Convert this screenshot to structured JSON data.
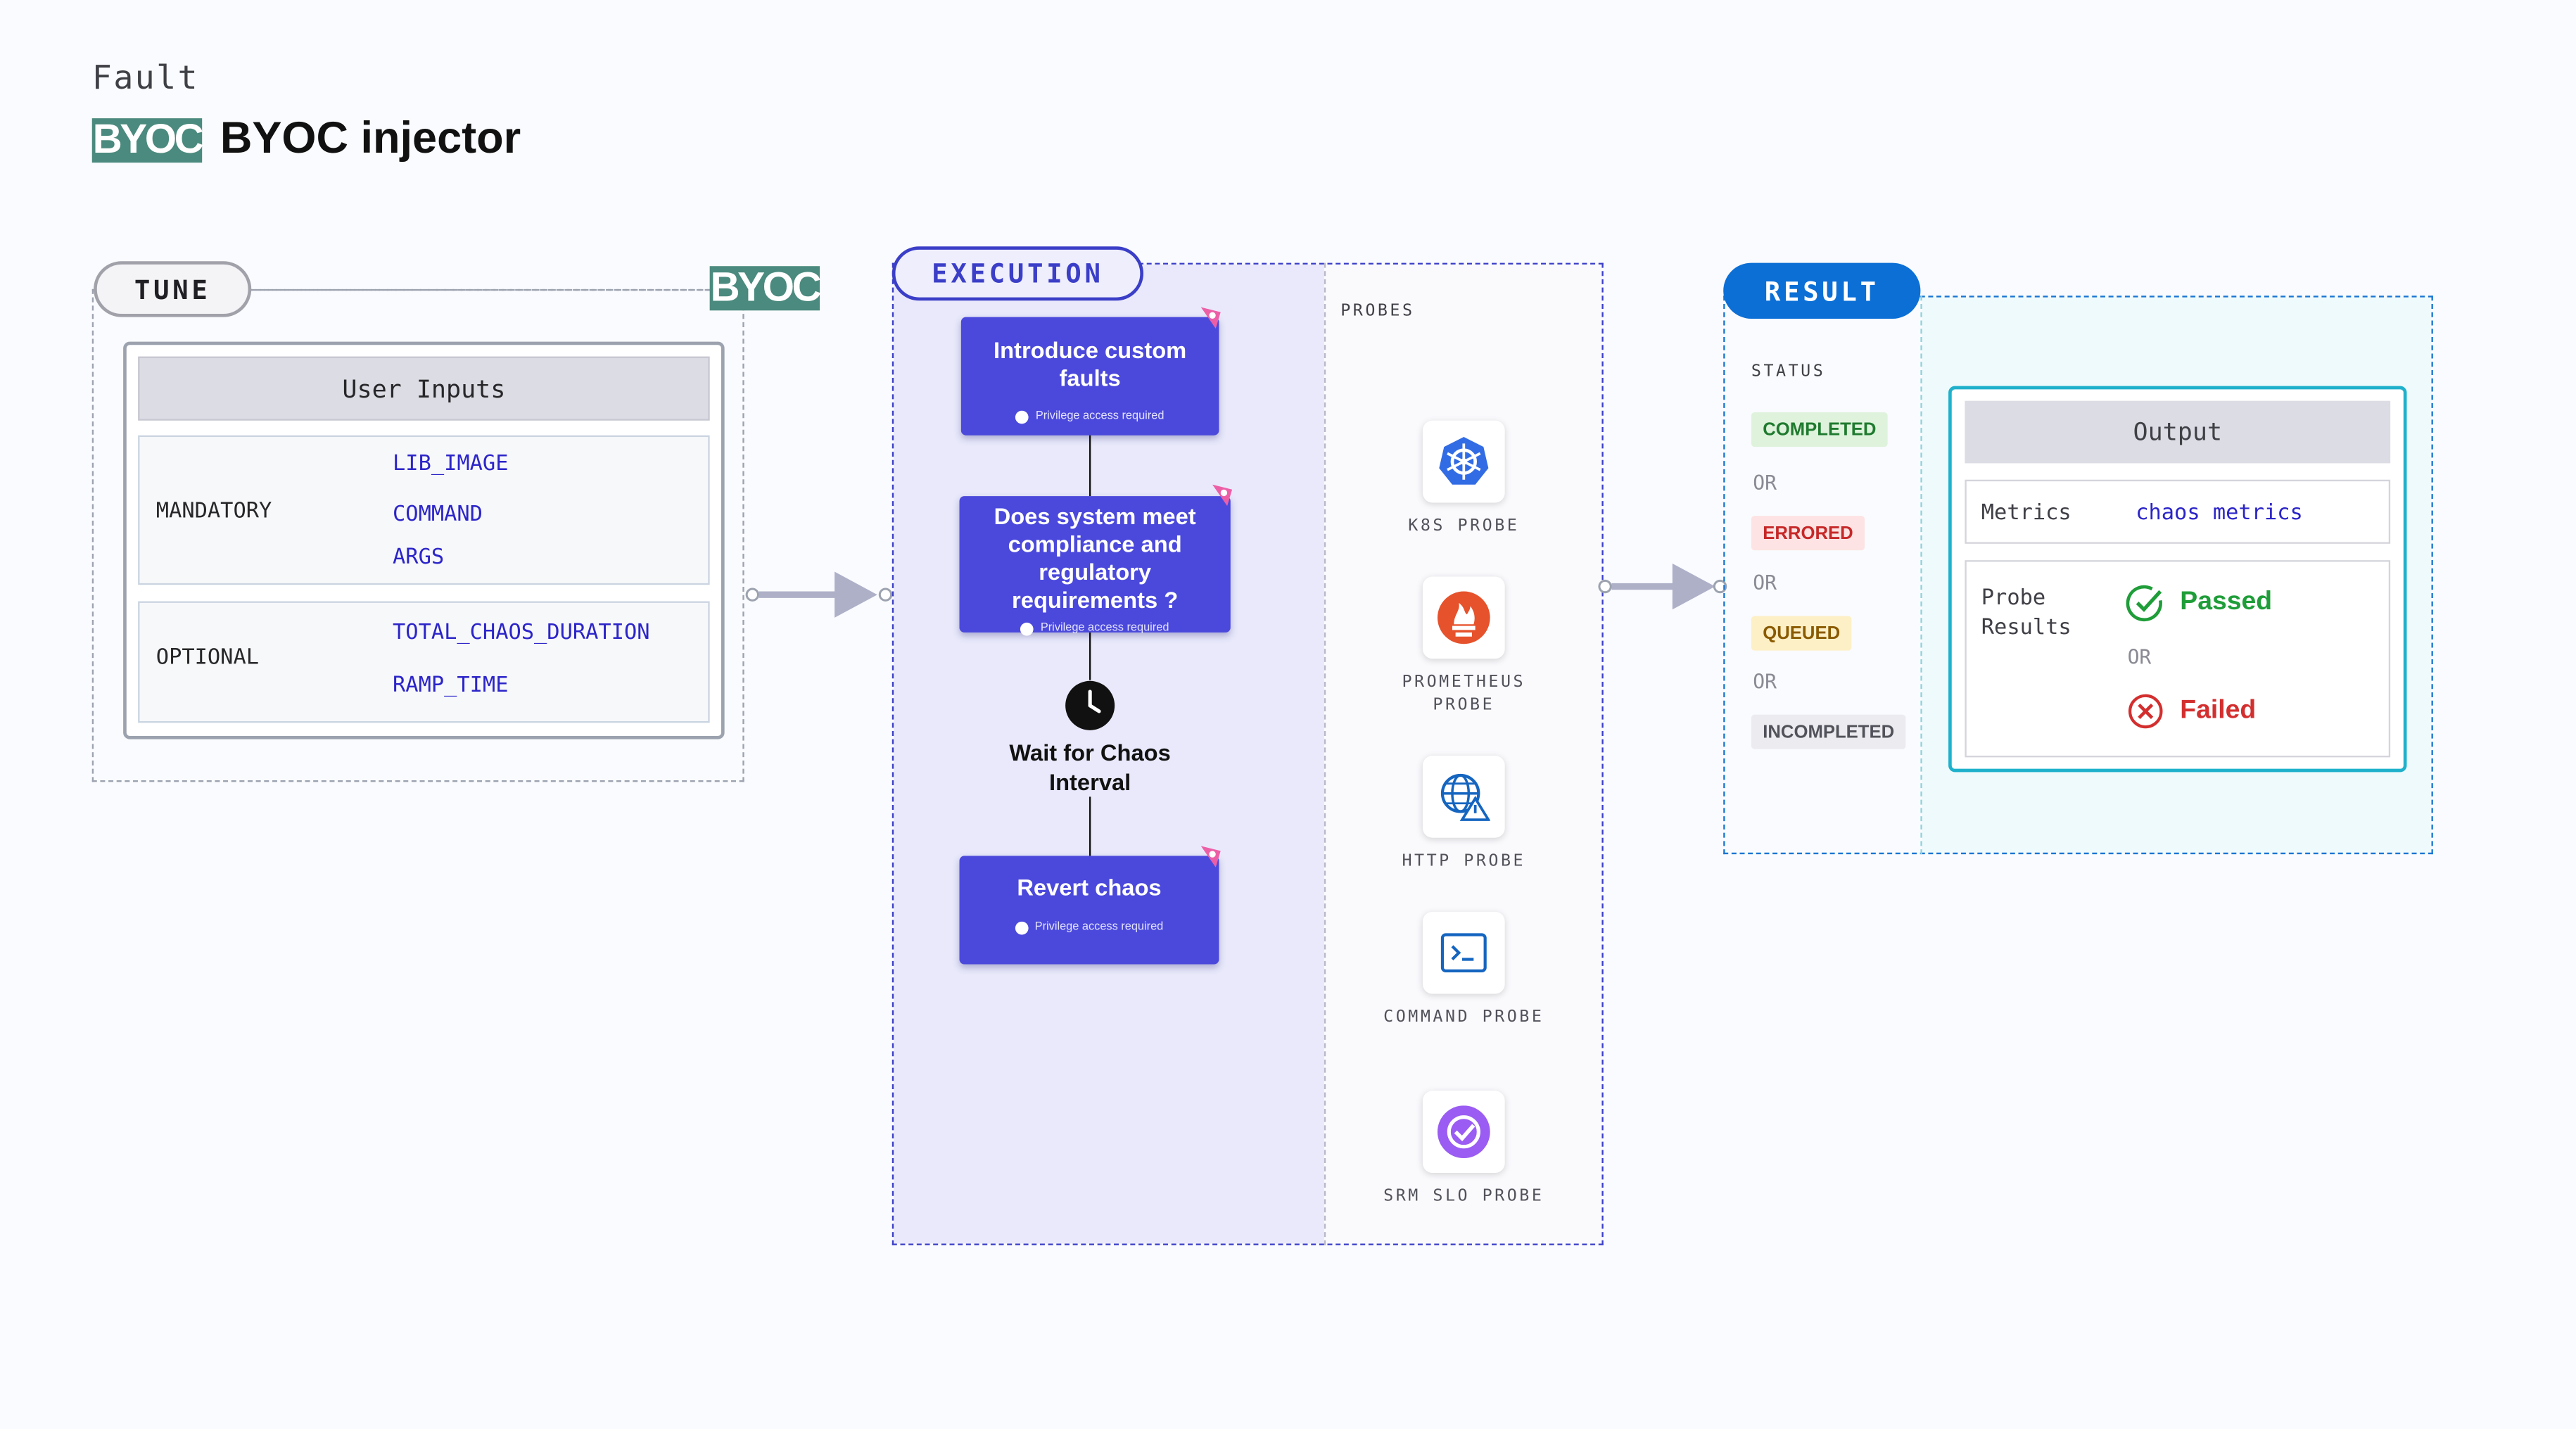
{
  "header": {
    "kicker": "Fault",
    "logo_text": "BYOC",
    "title": "BYOC injector"
  },
  "tune": {
    "pill": "TUNE",
    "logo_text": "BYOC",
    "panel_title": "User Inputs",
    "mandatory_label": "MANDATORY",
    "mandatory_params": [
      "LIB_IMAGE",
      "COMMAND",
      "ARGS"
    ],
    "optional_label": "OPTIONAL",
    "optional_params": [
      "TOTAL_CHAOS_DURATION",
      "RAMP_TIME"
    ]
  },
  "execution": {
    "pill": "EXECUTION",
    "steps": [
      {
        "title": "Introduce custom faults",
        "note": "Privilege access required"
      },
      {
        "title": "Does system meet compliance and regulatory requirements ?",
        "note": "Privilege access required"
      },
      {
        "title": "Wait for Chaos Interval"
      },
      {
        "title": "Revert chaos",
        "note": "Privilege access required"
      }
    ]
  },
  "probes": {
    "heading": "PROBES",
    "items": [
      {
        "label": "K8S PROBE",
        "icon": "kubernetes-icon"
      },
      {
        "label": "PROMETHEUS PROBE",
        "icon": "prometheus-icon"
      },
      {
        "label": "HTTP PROBE",
        "icon": "http-globe-icon"
      },
      {
        "label": "COMMAND PROBE",
        "icon": "terminal-icon"
      },
      {
        "label": "SRM SLO PROBE",
        "icon": "srm-slo-icon"
      }
    ]
  },
  "result": {
    "pill": "RESULT",
    "status_heading": "STATUS",
    "statuses": [
      "COMPLETED",
      "ERRORED",
      "QUEUED",
      "INCOMPLETED"
    ],
    "or_label": "OR",
    "output_title": "Output",
    "metrics_label": "Metrics",
    "metrics_value": "chaos metrics",
    "probe_results_label": "Probe Results",
    "passed_label": "Passed",
    "failed_label": "Failed"
  },
  "colors": {
    "accent_execution": "#4b49db",
    "result_blue": "#0b6fd6",
    "byoc_green": "#4b8a7e",
    "passed_green": "#1f9d39",
    "failed_red": "#d32f2f",
    "param_blue": "#2c25c8"
  }
}
